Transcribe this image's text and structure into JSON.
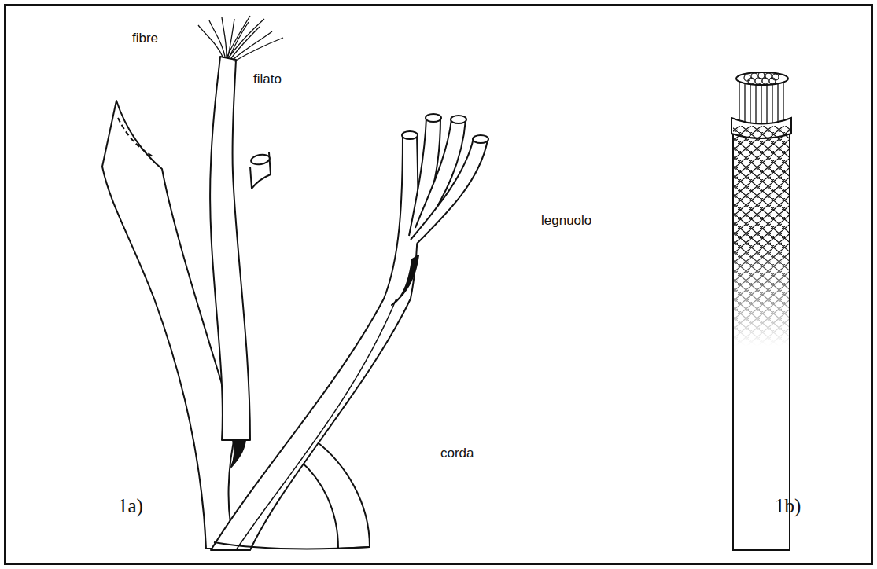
{
  "diagram": {
    "labels": [
      "fibre",
      "filato",
      "legnuolo",
      "corda",
      "1a)",
      "1b)"
    ]
  }
}
